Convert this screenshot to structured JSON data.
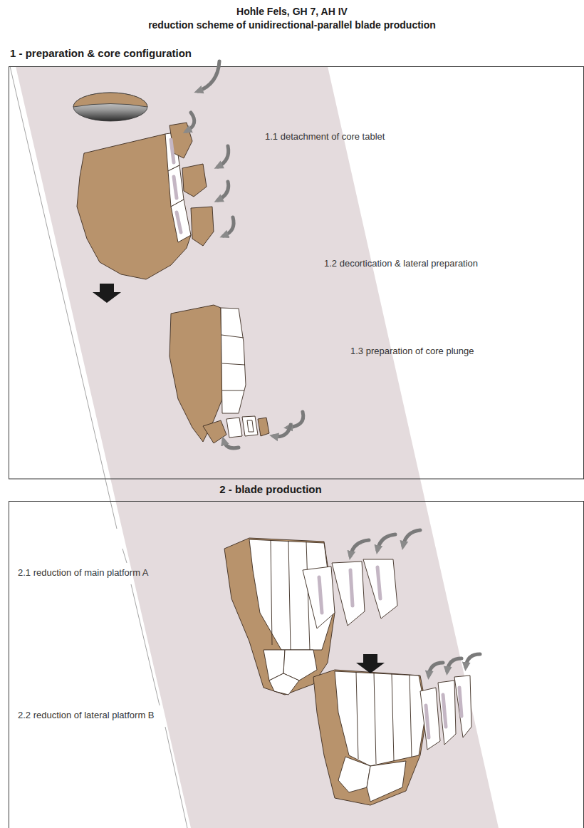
{
  "diagram": {
    "title": "Hohle Fels, GH 7, AH IV",
    "labels": [
      "reduction scheme of unidirectional-parallel blade production",
      "1 - preparation & core configuration",
      "1.1 detachment of core tablet",
      "1.2 decortication & lateral preparation",
      "1.3 preparation of core plunge",
      "2 - blade production",
      "2.1 reduction of main platform A",
      "2.2 reduction of lateral platform B"
    ]
  }
}
